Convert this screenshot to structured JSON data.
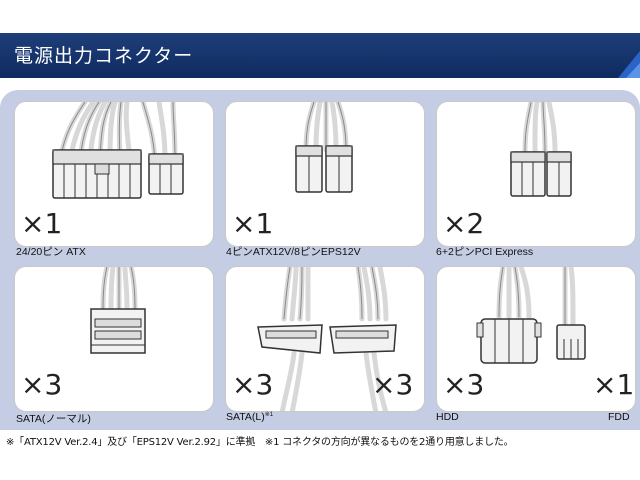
{
  "header": {
    "title": "電源出力コネクター"
  },
  "connectors": [
    {
      "label": "24/20ピン ATX",
      "count": "×1"
    },
    {
      "label": "4ピンATX12V/8ピンEPS12V",
      "count": "×1"
    },
    {
      "label": "6+2ピンPCI Express",
      "count": "×2"
    },
    {
      "label": "SATA(ノーマル)",
      "count": "×3"
    },
    {
      "label": "SATA(L)",
      "label_note": "※1",
      "count_left": "×3",
      "count_right": "×3"
    },
    {
      "label_left": "HDD",
      "label_right": "FDD",
      "count_left": "×3",
      "count_right": "×1"
    }
  ],
  "footnote": "※「ATX12V Ver.2.4」及び「EPS12V Ver.2.92」に準拠　※1 コネクタの方向が異なるものを2通り用意しました。",
  "colors": {
    "header": "#163572",
    "panel": "#c4cde3",
    "card": "#ffffff"
  }
}
